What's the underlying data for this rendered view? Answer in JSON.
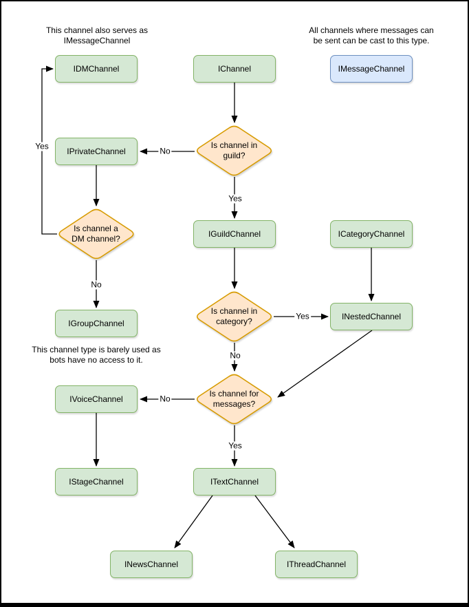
{
  "notes": [
    {
      "id": "dm-note",
      "text": "This channel also serves as\nIMessageChannel"
    },
    {
      "id": "message-note",
      "text": "All channels where messages can\nbe sent can be cast to this type."
    },
    {
      "id": "group-note",
      "text": "This channel type is barely used as\nbots have no access to it."
    }
  ],
  "nodes": [
    {
      "id": "idmchannel",
      "label": "IDMChannel",
      "color": "green"
    },
    {
      "id": "ichannel",
      "label": "IChannel",
      "color": "green"
    },
    {
      "id": "imessagechannel",
      "label": "IMessageChannel",
      "color": "blue"
    },
    {
      "id": "iprivatechannel",
      "label": "IPrivateChannel",
      "color": "green"
    },
    {
      "id": "iguildchannel",
      "label": "IGuildChannel",
      "color": "green"
    },
    {
      "id": "icategorychannel",
      "label": "ICategoryChannel",
      "color": "green"
    },
    {
      "id": "igroupchannel",
      "label": "IGroupChannel",
      "color": "green"
    },
    {
      "id": "inestedchannel",
      "label": "INestedChannel",
      "color": "green"
    },
    {
      "id": "ivoicechannel",
      "label": "IVoiceChannel",
      "color": "green"
    },
    {
      "id": "istagechannel",
      "label": "IStageChannel",
      "color": "green"
    },
    {
      "id": "itextchannel",
      "label": "ITextChannel",
      "color": "green"
    },
    {
      "id": "inewschannel",
      "label": "INewsChannel",
      "color": "green"
    },
    {
      "id": "ithreadchannel",
      "label": "IThreadChannel",
      "color": "green"
    }
  ],
  "decisions": [
    {
      "id": "guild-decision",
      "label": "Is channel in\nguild?"
    },
    {
      "id": "dm-decision",
      "label": "Is channel a\nDM channel?"
    },
    {
      "id": "category-decision",
      "label": "Is channel in\ncategory?"
    },
    {
      "id": "messages-decision",
      "label": "Is channel for\nmessages?"
    }
  ],
  "edge_labels": [
    {
      "id": "dm-yes",
      "text": "Yes"
    },
    {
      "id": "guild-no",
      "text": "No"
    },
    {
      "id": "guild-yes",
      "text": "Yes"
    },
    {
      "id": "dm-no",
      "text": "No"
    },
    {
      "id": "category-yes",
      "text": "Yes"
    },
    {
      "id": "category-no",
      "text": "No"
    },
    {
      "id": "messages-no",
      "text": "No"
    },
    {
      "id": "messages-yes",
      "text": "Yes"
    }
  ],
  "edges": [
    {
      "from": "IChannel",
      "to": "guild-decision",
      "label": ""
    },
    {
      "from": "guild-decision",
      "to": "IPrivateChannel",
      "label": "No"
    },
    {
      "from": "guild-decision",
      "to": "IGuildChannel",
      "label": "Yes"
    },
    {
      "from": "IPrivateChannel",
      "to": "dm-decision",
      "label": ""
    },
    {
      "from": "dm-decision",
      "to": "IDMChannel",
      "label": "Yes"
    },
    {
      "from": "dm-decision",
      "to": "IGroupChannel",
      "label": "No"
    },
    {
      "from": "IGuildChannel",
      "to": "category-decision",
      "label": ""
    },
    {
      "from": "category-decision",
      "to": "INestedChannel",
      "label": "Yes"
    },
    {
      "from": "ICategoryChannel",
      "to": "INestedChannel",
      "label": ""
    },
    {
      "from": "category-decision",
      "to": "messages-decision",
      "label": "No"
    },
    {
      "from": "INestedChannel",
      "to": "messages-decision",
      "label": ""
    },
    {
      "from": "messages-decision",
      "to": "IVoiceChannel",
      "label": "No"
    },
    {
      "from": "messages-decision",
      "to": "ITextChannel",
      "label": "Yes"
    },
    {
      "from": "IVoiceChannel",
      "to": "IStageChannel",
      "label": ""
    },
    {
      "from": "ITextChannel",
      "to": "INewsChannel",
      "label": ""
    },
    {
      "from": "ITextChannel",
      "to": "IThreadChannel",
      "label": ""
    }
  ],
  "colors": {
    "node_fill": "#d5e8d4",
    "node_stroke": "#82b366",
    "highlight_fill": "#dae8fc",
    "highlight_stroke": "#6c8ebf",
    "decision_fill": "#ffe6cc",
    "decision_stroke": "#d79b00",
    "edge": "#000000",
    "text": "#000000",
    "page_bg": "#ffffff"
  }
}
